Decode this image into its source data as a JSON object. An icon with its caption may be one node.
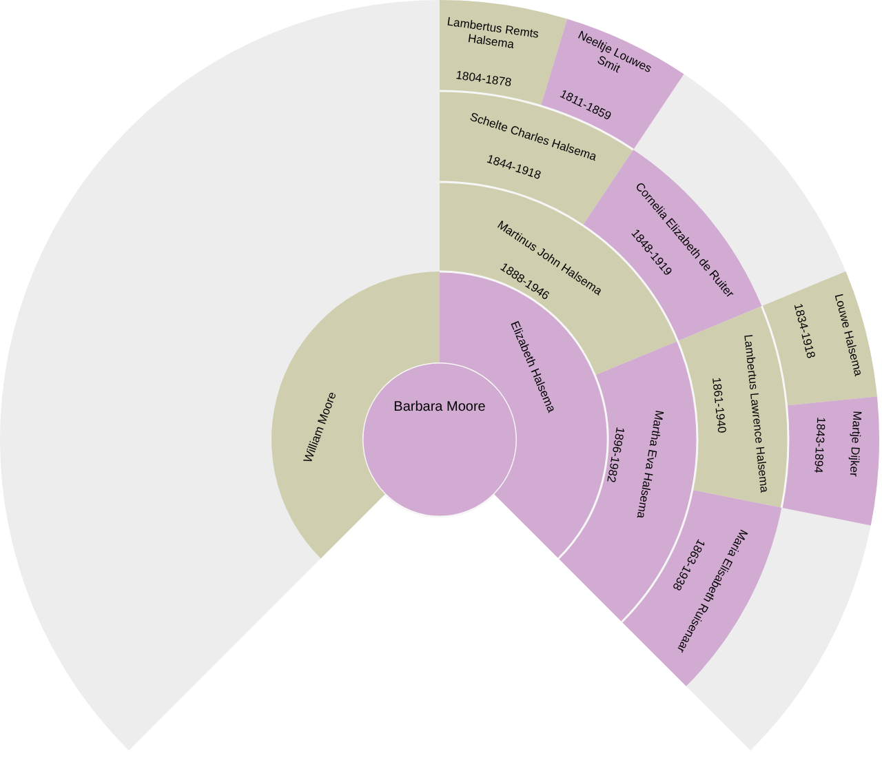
{
  "diagram": {
    "nodes": [
      {
        "text": [
          "Barbara Moore"
        ]
      },
      {
        "text": [
          "William Moore"
        ]
      },
      {
        "text": [
          "Elizabeth Halsema"
        ]
      },
      {
        "text": [
          "Martinus John Halsema",
          "1888-1946"
        ]
      },
      {
        "text": [
          "Martha Eva Halsema",
          "1896-1982"
        ]
      },
      {
        "text": [
          "Schelte Charles Halsema",
          "1844-1918"
        ]
      },
      {
        "text": [
          "Cornelia Elizabeth de Ruiter",
          "1848-1919"
        ]
      },
      {
        "text": [
          "Lambertus Lawrence Halsema",
          "1861-1940"
        ]
      },
      {
        "text": [
          "Maria Elisabeth Ruisenaar",
          "1863-1938"
        ]
      },
      {
        "text": [
          "Lambertus Remts Halsema",
          "1804-1878"
        ]
      },
      {
        "text": [
          "Neeltje Louwes Smit",
          "1811-1859"
        ]
      },
      {
        "text": [
          "Louwe Halsema",
          "1834-1918"
        ]
      },
      {
        "text": [
          "Martje Dijker",
          "1843-1894"
        ]
      }
    ]
  }
}
